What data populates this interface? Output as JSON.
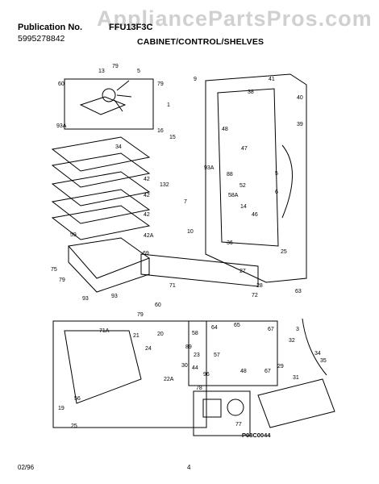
{
  "header": {
    "publication_label": "Publication No.",
    "publication_number": "5995278842",
    "model": "FFU13F3C",
    "section_title": "CABINET/CONTROL/SHELVES"
  },
  "watermark": "AppliancePartsPros.com",
  "footer": {
    "date": "02/96",
    "page_number": "4",
    "doc_id": "P08C0044"
  },
  "callouts": [
    "79",
    "13",
    "5",
    "60",
    "79",
    "93A",
    "9",
    "41",
    "38",
    "40",
    "39",
    "1",
    "16",
    "15",
    "48",
    "47",
    "34",
    "93A",
    "88",
    "52",
    "5",
    "6",
    "14",
    "58A",
    "7",
    "42",
    "132",
    "42",
    "42",
    "42A",
    "10",
    "36",
    "46",
    "59",
    "69",
    "75",
    "93",
    "79",
    "71",
    "72",
    "25",
    "27",
    "28",
    "63",
    "93",
    "60",
    "79",
    "71A",
    "21",
    "20",
    "89",
    "64",
    "65",
    "67",
    "58",
    "3",
    "32",
    "34",
    "30",
    "24",
    "23",
    "57",
    "44",
    "96",
    "48",
    "67",
    "35",
    "31",
    "29",
    "22A",
    "56",
    "19",
    "25",
    "78",
    "77"
  ]
}
